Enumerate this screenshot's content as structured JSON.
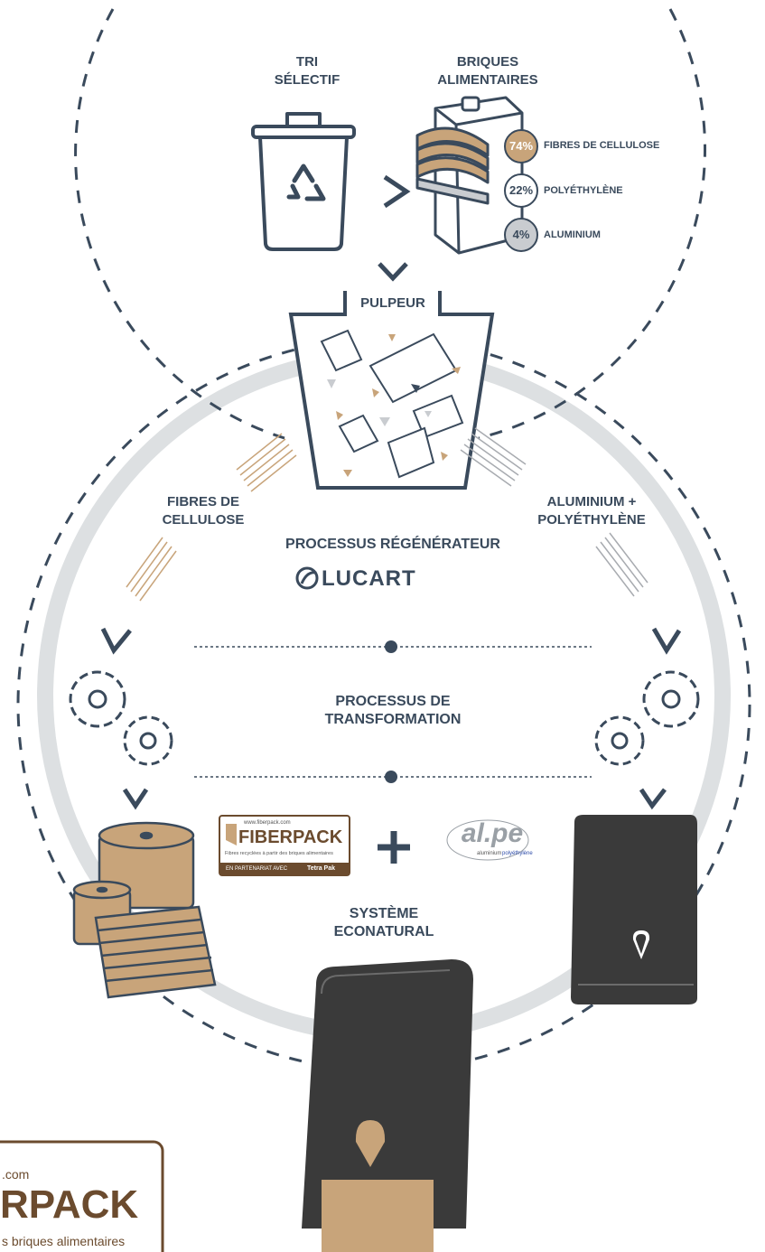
{
  "labels": {
    "tri_selectif_1": "TRI",
    "tri_selectif_2": "SÉLECTIF",
    "briques_1": "BRIQUES",
    "briques_2": "ALIMENTAIRES",
    "pulpeur": "PULPEUR",
    "fibres_1": "FIBRES DE",
    "fibres_2": "CELLULOSE",
    "alu_1": "ALUMINIUM +",
    "alu_2": "POLYÉTHYLÈNE",
    "processus_regen": "PROCESSUS RÉGÉNÉRATEUR",
    "lucart": "LUCART",
    "transformation_1": "PROCESSUS DE",
    "transformation_2": "TRANSFORMATION",
    "systeme_1": "SYSTÈME",
    "systeme_2": "ECONATURAL"
  },
  "composition": [
    {
      "pct": "74%",
      "name": "FIBRES DE CELLULOSE",
      "color": "#c8a47a"
    },
    {
      "pct": "22%",
      "name": "POLYÉTHYLÈNE",
      "color": "#ffffff"
    },
    {
      "pct": "4%",
      "name": "ALUMINIUM",
      "color": "#c9ccd0"
    }
  ],
  "fiberpack_badge": {
    "url": "www.fiberpack.com",
    "brand": "FIBERPACK",
    "tagline": "Fibres recyclées à partir des briques alimentaires",
    "partner": "EN PARTENARIAT AVEC",
    "partner_brand": "Tetra Pak"
  },
  "plus_sign": "+",
  "alpe": {
    "brand": "al.pe",
    "sub1": "aluminium",
    "sub2": "polyéthylène"
  },
  "fiberpack_corner": {
    "url": ".com",
    "brand": "RPACK",
    "tagline": "s briques alimentaires"
  },
  "colors": {
    "text": "#3a4a5c",
    "tan": "#c8a47a",
    "dark": "#3a3a3a",
    "gray_ring": "#dde0e2",
    "grey": "#c9ccd0"
  }
}
